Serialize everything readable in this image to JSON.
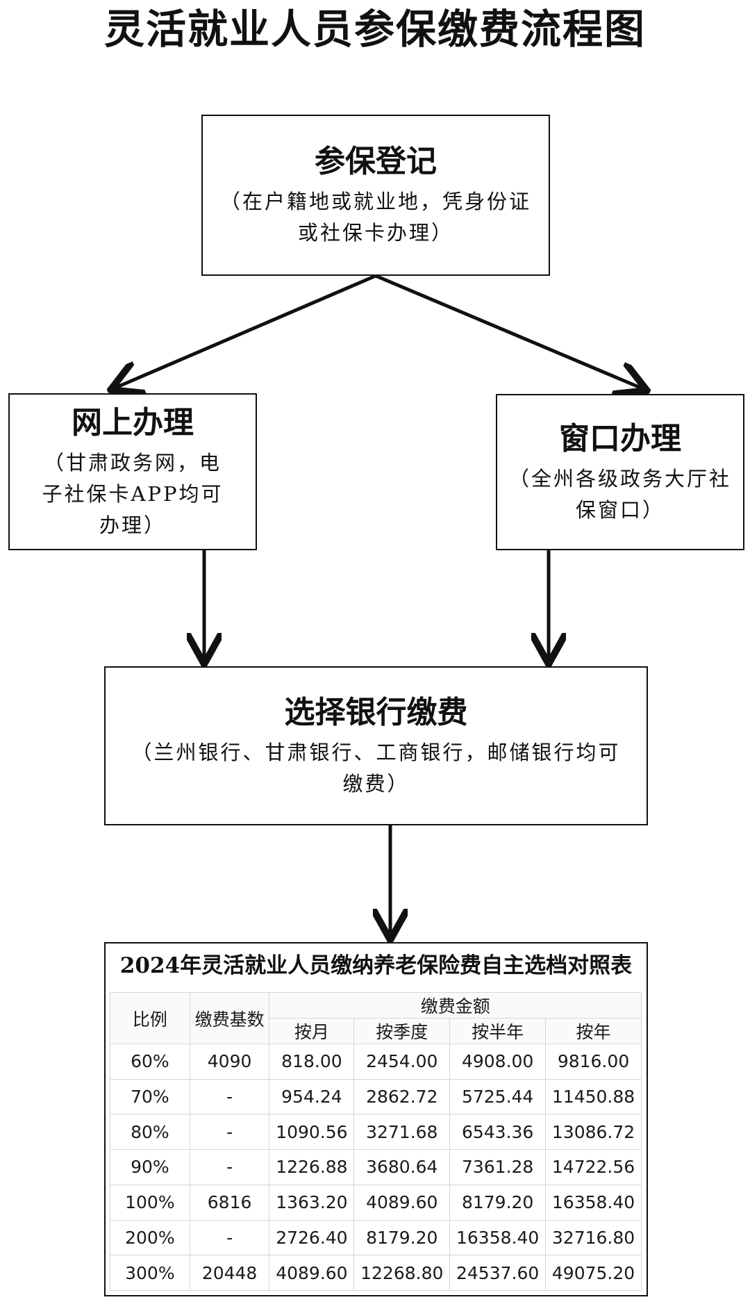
{
  "title": "灵活就业人员参保缴费流程图",
  "steps": {
    "registration": {
      "head": "参保登记",
      "sub": "（在户籍地或就业地，凭身份证或社保卡办理）"
    },
    "online": {
      "head": "网上办理",
      "sub": "（甘肃政务网，电子社保卡APP均可办理）"
    },
    "window": {
      "head": "窗口办理",
      "sub": "（全州各级政务大厅社保窗口）"
    },
    "bank": {
      "head": "选择银行缴费",
      "sub": "（兰州银行、甘肃银行、工商银行，邮储银行均可缴费）"
    }
  },
  "table": {
    "title": "2024年灵活就业人员缴纳养老保险费自主选档对照表",
    "headers": {
      "ratio": "比例",
      "base": "缴费基数",
      "amount": "缴费金额",
      "monthly": "按月",
      "quarterly": "按季度",
      "halfyear": "按半年",
      "yearly": "按年"
    },
    "rows": [
      [
        "60%",
        "4090",
        "818.00",
        "2454.00",
        "4908.00",
        "9816.00"
      ],
      [
        "70%",
        "-",
        "954.24",
        "2862.72",
        "5725.44",
        "11450.88"
      ],
      [
        "80%",
        "-",
        "1090.56",
        "3271.68",
        "6543.36",
        "13086.72"
      ],
      [
        "90%",
        "-",
        "1226.88",
        "3680.64",
        "7361.28",
        "14722.56"
      ],
      [
        "100%",
        "6816",
        "1363.20",
        "4089.60",
        "8179.20",
        "16358.40"
      ],
      [
        "200%",
        "-",
        "2726.40",
        "8179.20",
        "16358.40",
        "32716.80"
      ],
      [
        "300%",
        "20448",
        "4089.60",
        "12268.80",
        "24537.60",
        "49075.20"
      ]
    ]
  }
}
